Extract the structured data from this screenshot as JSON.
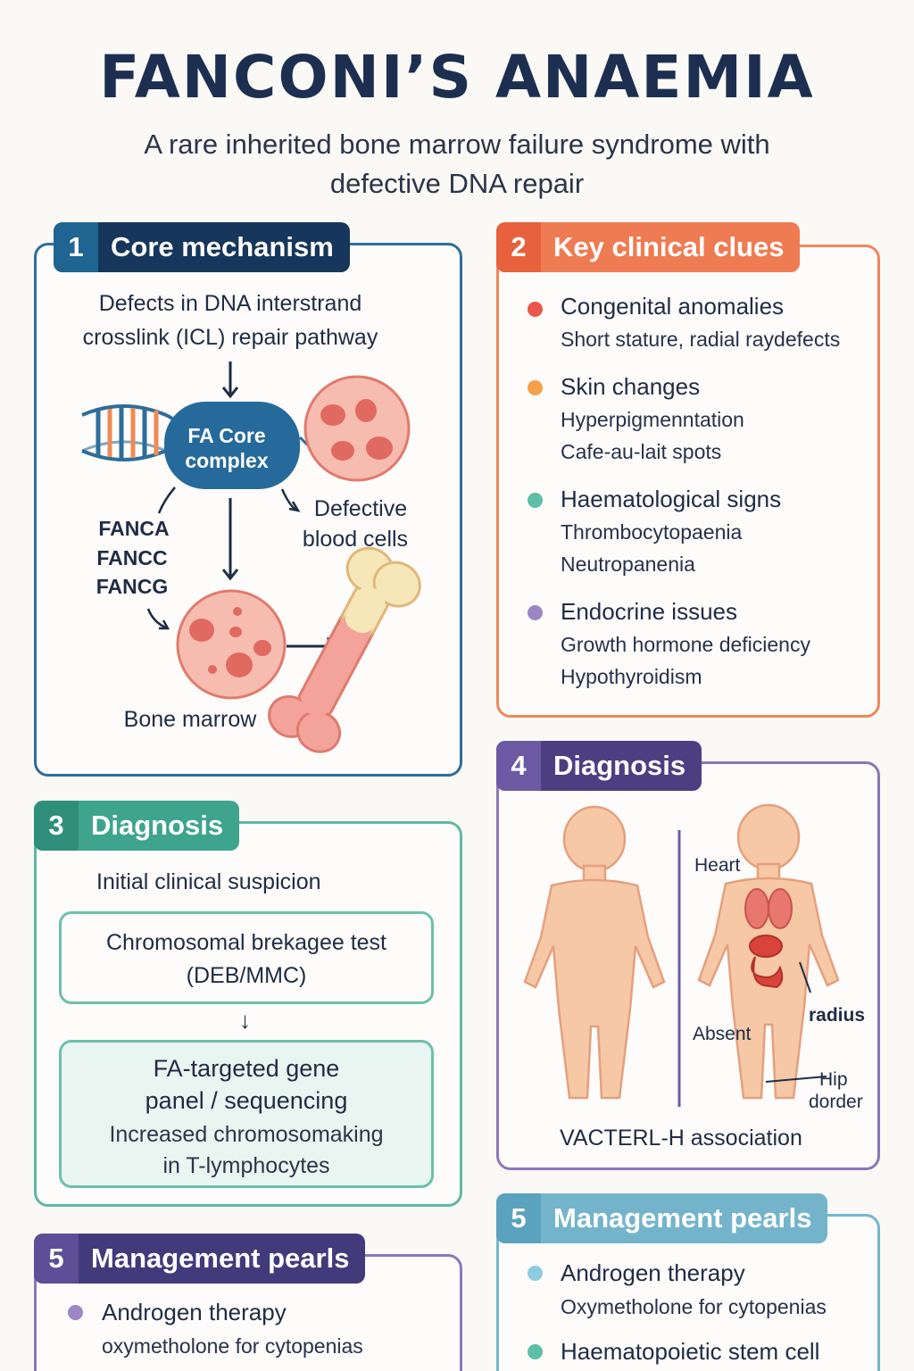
{
  "title": "FANCONI’S ANAEMIA",
  "subtitle": "A rare inherited bone marrow failure syndrome with defective DNA repair",
  "panel1": {
    "number": "1",
    "heading": "Core mechanism",
    "intro_line1": "Defects in DNA interstrand",
    "intro_line2": "crosslink (ICL) repair pathway",
    "complex_line1": "FA Core",
    "complex_line2": "complex",
    "genes": [
      "FANCA",
      "FANCC",
      "FANCG"
    ],
    "defective_line1": "Defective",
    "defective_line2": "blood cells",
    "marrow_label": "Bone marrow"
  },
  "panel2": {
    "number": "2",
    "heading": "Key clinical clues",
    "items": [
      {
        "title": "Congenital anomalies",
        "lines": [
          "Short stature, radial raydefects"
        ],
        "color": "#e9574a"
      },
      {
        "title": "Skin changes",
        "lines": [
          "Hyperpigmenntation",
          "Cafe-au-lait spots"
        ],
        "color": "#f5a04c"
      },
      {
        "title": "Haematological signs",
        "lines": [
          "Thrombocytopaenia",
          "Neutropanenia"
        ],
        "color": "#5dbfa6"
      },
      {
        "title": "Endocrine issues",
        "lines": [
          "Growth hormone deficiency",
          "Hypothyroidism"
        ],
        "color": "#9c86c4"
      }
    ]
  },
  "panel3": {
    "number": "3",
    "heading": "Diagnosis",
    "intro": "Initial clinical suspicion",
    "box1_line1": "Chromosomal brekagee test",
    "box1_line2": "(DEB/MMC)",
    "arrow": "↓",
    "box2_line1": "FA-targeted gene",
    "box2_line2": "panel / sequencing",
    "box2_line3": "Increased chromosomaking",
    "box2_line4": "in T-lymphocytes"
  },
  "panel4": {
    "number": "4",
    "heading": "Diagnosis",
    "label_heart": "Heart",
    "label_radius": "radius",
    "label_absent": "Absent",
    "label_hip1": "Hip",
    "label_hip2": "dorder",
    "footer": "VACTERL-H association"
  },
  "panel5": {
    "number": "5",
    "heading": "Management pearls",
    "item_title": "Androgen therapy",
    "item_sub": "oxymetholone for cytopenias",
    "dot_color": "#9c86c4"
  },
  "panel6": {
    "number": "5",
    "heading": "Management pearls",
    "item1_title": "Androgen therapy",
    "item1_sub": "Oxymetholone for cytopenias",
    "item1_color": "#8ccbe0",
    "item2_title": "Haematopoietic stem cell",
    "item2_color": "#5dbfa6"
  }
}
